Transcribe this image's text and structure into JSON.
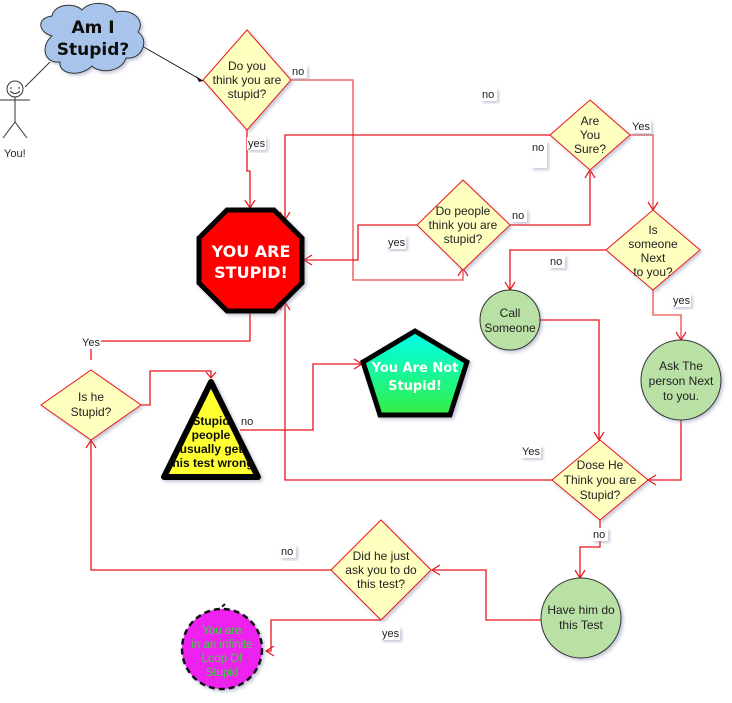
{
  "colors": {
    "edge": "#e8141b",
    "decision_fill": "#ffffc0",
    "decision_stroke": "#e8141b",
    "process_fill": "#b9e0a5",
    "cloud_fill": "#a9c4eb",
    "stop_fill": "#ff0000",
    "pentagon_top": "#00ffee",
    "pentagon_bottom": "#33ee44",
    "warning_fill": "#ffff33",
    "loop_fill": "#ee22ee",
    "loop_text": "#39d23a"
  },
  "actor": {
    "label": "You!"
  },
  "cloud": {
    "lines": [
      "Am I",
      "Stupid?"
    ]
  },
  "nodes": {
    "think_stupid": {
      "lines": [
        "Do you",
        "think you are",
        "stupid?"
      ]
    },
    "are_you_sure": {
      "lines": [
        "Are",
        "You",
        "Sure?"
      ]
    },
    "people_think": {
      "lines": [
        "Do people",
        "think you are",
        "stupid?"
      ]
    },
    "someone_next": {
      "lines": [
        "Is",
        "someone",
        "Next",
        "to you?"
      ]
    },
    "you_are_stupid": {
      "lines": [
        "YOU ARE",
        "STUPID!"
      ]
    },
    "call_someone": {
      "lines": [
        "Call",
        "Someone"
      ]
    },
    "ask_person": {
      "lines": [
        "Ask The",
        "person Next",
        "to you."
      ]
    },
    "is_he_stupid": {
      "lines": [
        "Is he",
        "Stupid?"
      ]
    },
    "stupid_people_warning": {
      "lines": [
        "Stupid",
        "people",
        "usually get",
        "this test wrong"
      ]
    },
    "not_stupid": {
      "lines": [
        "You Are Not",
        "Stupid!"
      ]
    },
    "does_he_think": {
      "lines": [
        "Dose He",
        "Think you are",
        "Stupid?"
      ]
    },
    "did_he_ask": {
      "lines": [
        "Did he just",
        "ask you to do",
        "this test?"
      ]
    },
    "have_him_do": {
      "lines": [
        "Have him do",
        "this Test"
      ]
    },
    "infinite_loop": {
      "lines": [
        "You are",
        "in an infinite",
        "Loop Of",
        "Stupid"
      ]
    }
  },
  "edge_labels": {
    "think_no": "no",
    "think_yes": "yes",
    "floating_no": "no",
    "sure_yes": "Yes",
    "sure_no": "no",
    "people_no": "no",
    "people_yes": "yes",
    "someone_no": "no",
    "someone_yes": "yes",
    "is_he_yes": "Yes",
    "warning_no": "no",
    "does_he_yes": "Yes",
    "does_he_no": "no",
    "did_he_no": "no",
    "did_he_yes": "yes"
  }
}
